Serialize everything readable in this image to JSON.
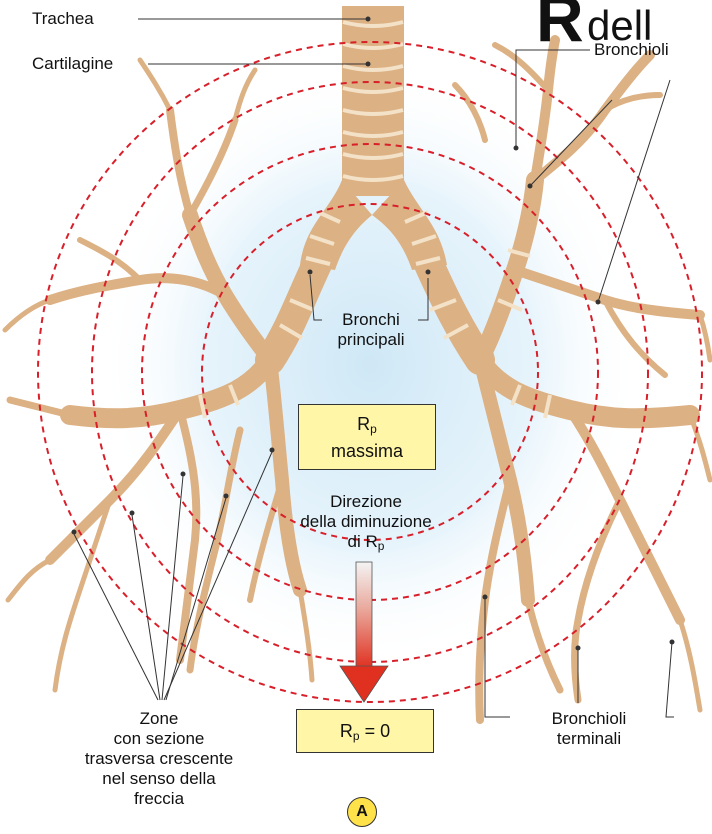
{
  "title": {
    "big_letter": "R",
    "rest": "dell"
  },
  "labels": {
    "trachea": "Trachea",
    "cartilage": "Cartilagine",
    "bronchioles": "Bronchioli",
    "main_bronchi_line1": "Bronchi",
    "main_bronchi_line2": "principali",
    "direction_line1": "Direzione",
    "direction_line2": "della diminuzione",
    "direction_line3_prefix": "di R",
    "direction_line3_sub": "p",
    "zones_line1": "Zone",
    "zones_line2": "con sezione",
    "zones_line3": "trasversa crescente",
    "zones_line4": "nel senso della",
    "zones_line5": "freccia",
    "terminal_line1": "Bronchioli",
    "terminal_line2": "terminali"
  },
  "boxes": {
    "rp_max": {
      "symbol": "R",
      "sub": "p",
      "text": "massima"
    },
    "rp_zero": {
      "symbol": "R",
      "sub": "p",
      "text": " = 0"
    }
  },
  "panel_badge": "A",
  "colors": {
    "airway_fill": "#dcb184",
    "airway_stripe": "#f3e2c8",
    "glow": "#cfe8f6",
    "dashed_circle": "#d81f2a",
    "box_fill": "#fff6a8",
    "arrow_top": "#f0f0f0",
    "arrow_bottom": "#e03020"
  }
}
